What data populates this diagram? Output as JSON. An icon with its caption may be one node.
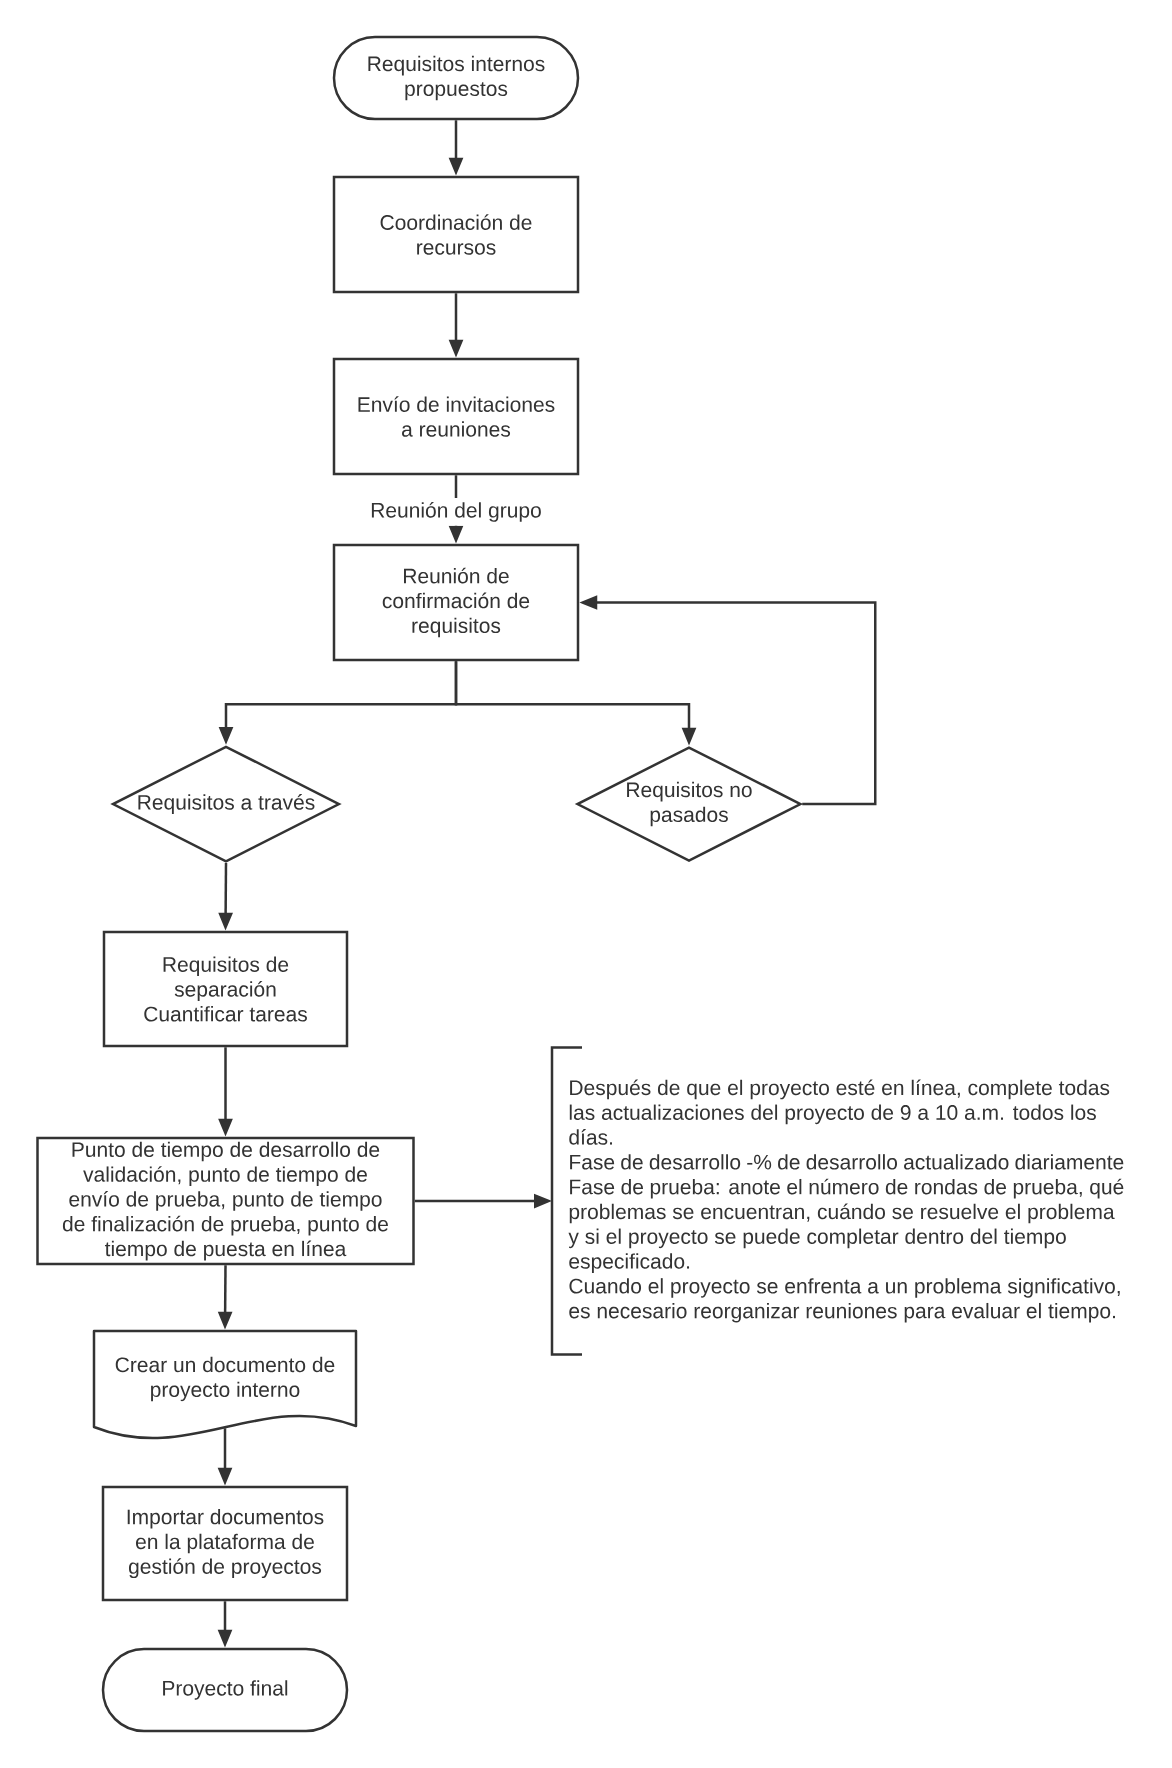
{
  "diagram": {
    "nodes": [
      {
        "text": [
          "Requisitos internos propuestos"
        ]
      },
      {
        "text": [
          "Coordinación de recursos"
        ]
      },
      {
        "text": [
          "Envío de invitaciones a reuniones"
        ]
      },
      {
        "text": [
          "Reunión de confirmación de requisitos"
        ]
      },
      {
        "text": [
          "Requisitos a través"
        ]
      },
      {
        "text": [
          "Requisitos no pasados"
        ]
      },
      {
        "text": [
          "Requisitos de separación",
          "Cuantificar tareas"
        ]
      },
      {
        "text": [
          "Punto de tiempo de desarrollo de validación, punto de tiempo de envío de prueba, punto de tiempo de finalización de prueba, punto de tiempo de puesta en línea"
        ]
      },
      {
        "text": [
          "Después de que el proyecto esté en línea, complete todas las actualizaciones del proyecto de 9 a 10 a.m. todos los días.",
          "Fase de desarrollo -% de desarrollo actualizado diariamente",
          "Fase de prueba: anote el número de rondas de prueba, qué problemas se encuentran, cuándo se resuelve el problema y si el proyecto se puede completar dentro del tiempo especificado.",
          "Cuando el proyecto se enfrenta a un problema significativo, es necesario reorganizar reuniones para evaluar el tiempo."
        ]
      },
      {
        "text": [
          "Crear un documento de proyecto interno"
        ]
      },
      {
        "text": [
          "Importar documentos en la plataforma de gestión de proyectos"
        ]
      },
      {
        "text": [
          "Proyecto final"
        ]
      }
    ],
    "edges": [
      {
        "from": 0,
        "to": 1,
        "arrow": "to"
      },
      {
        "from": 1,
        "to": 2,
        "arrow": "to"
      },
      {
        "from": 2,
        "to": 3,
        "arrow": "to",
        "label": "Reunión del grupo"
      },
      {
        "from": 3,
        "to": 4,
        "arrow": "to"
      },
      {
        "from": 3,
        "to": 5,
        "arrow": "to"
      },
      {
        "from": 5,
        "to": 3,
        "arrow": "to"
      },
      {
        "from": 4,
        "to": 6,
        "arrow": "to"
      },
      {
        "from": 6,
        "to": 7,
        "arrow": "to"
      },
      {
        "from": 7,
        "to": 8,
        "arrow": "to"
      },
      {
        "from": 7,
        "to": 9,
        "arrow": "to"
      },
      {
        "from": 9,
        "to": 10,
        "arrow": "to"
      },
      {
        "from": 10,
        "to": 11,
        "arrow": "to"
      }
    ]
  }
}
